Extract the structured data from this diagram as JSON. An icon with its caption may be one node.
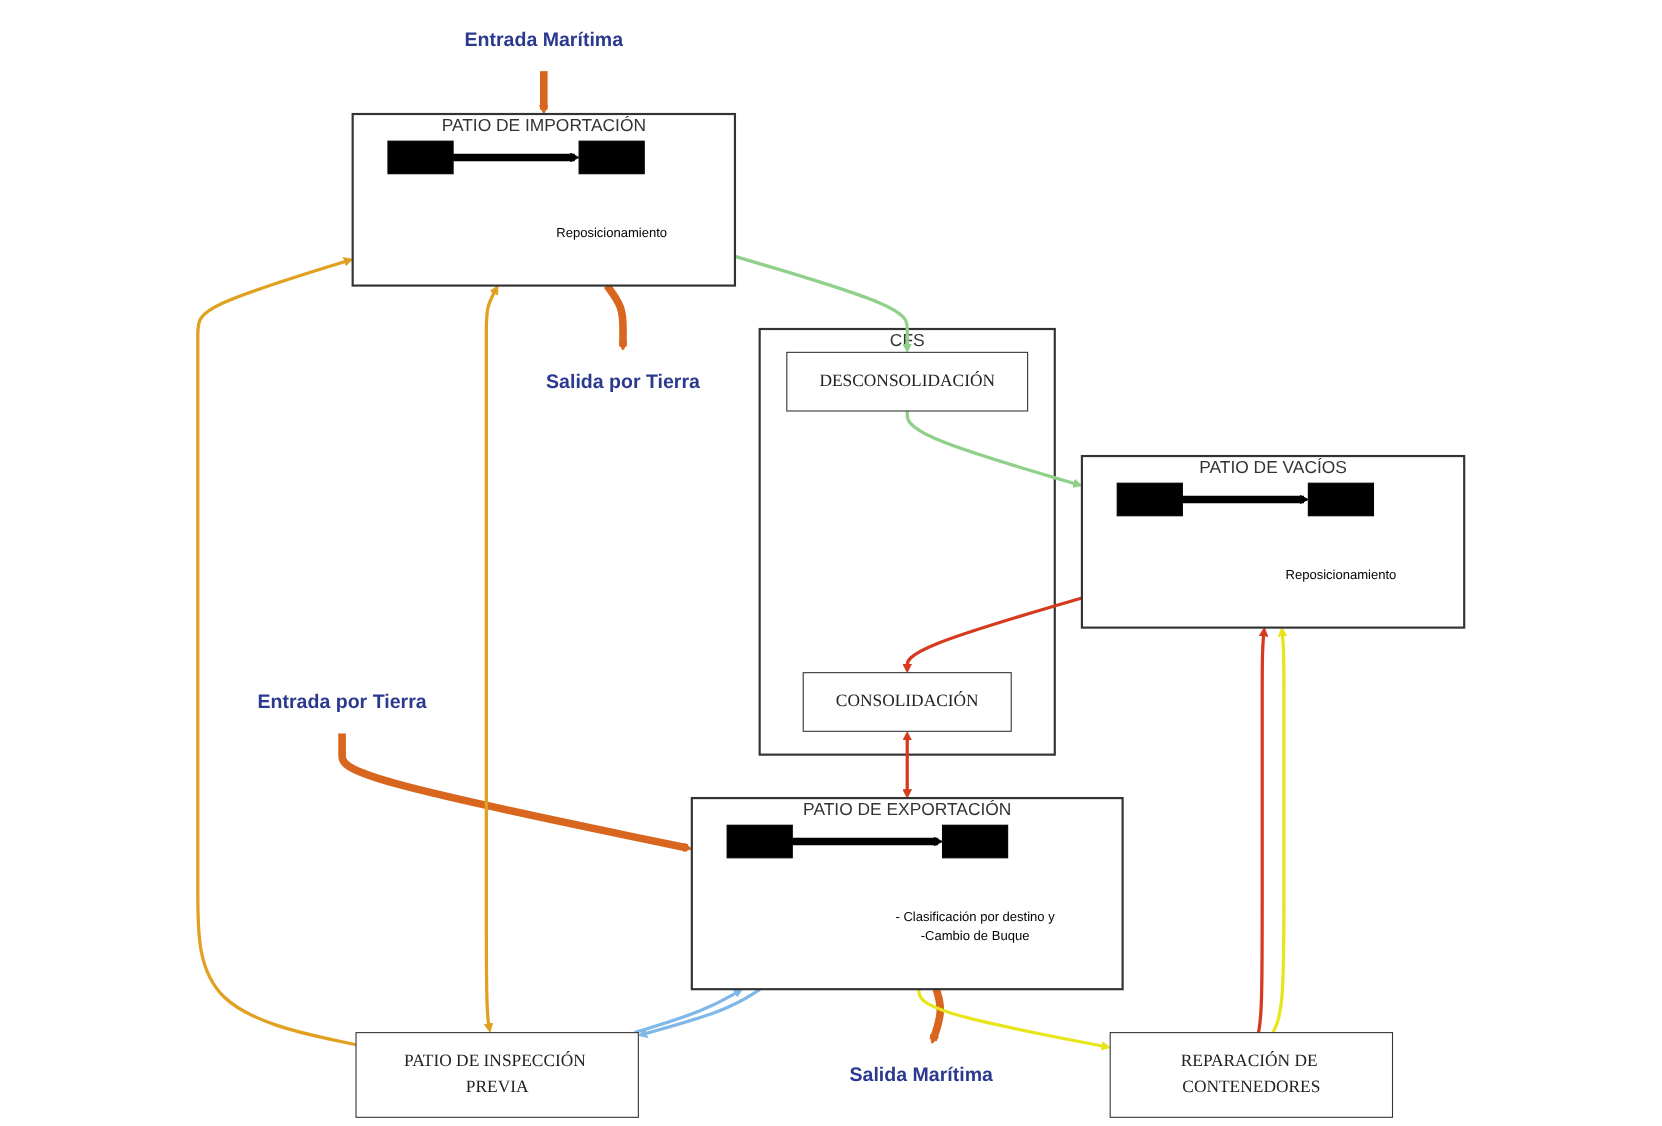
{
  "diagram": {
    "nodes": [
      {
        "text": [
          "Entrada por Tierra"
        ]
      },
      {
        "text": [
          "Salida Marítima"
        ]
      },
      {
        "text": [
          "PATIO DE EXPORTACIÓN"
        ]
      },
      {
        "text": [],
        "shape": "box",
        "in": 2
      },
      {
        "text": [
          "- Clasificación por destino y",
          "-Cambio de Buque"
        ],
        "in": 2
      },
      {
        "text": [],
        "shape": "box",
        "in": 2
      },
      {
        "text": [
          "REPARACIÓN DE CONTENEDORES"
        ]
      },
      {
        "text": [
          "PATIO DE VACÍOS"
        ]
      },
      {
        "text": [],
        "shape": "box",
        "in": 7
      },
      {
        "text": [
          "Reposicionamiento"
        ],
        "in": 7
      },
      {
        "text": [],
        "shape": "box",
        "in": 7
      },
      {
        "text": [
          "CFS"
        ]
      },
      {
        "text": [
          "CONSOLIDACIÓN"
        ],
        "in": 11
      },
      {
        "text": [
          "DESCONSOLIDACIÓN"
        ],
        "in": 11
      },
      {
        "text": [
          "PATIO DE INSPECCIÓN PREVIA"
        ]
      },
      {
        "text": [
          "Entrada Marítima"
        ]
      },
      {
        "text": [
          "PATIO DE IMPORTACIÓN"
        ]
      },
      {
        "text": [],
        "shape": "box",
        "in": 16
      },
      {
        "text": [
          "Reposicionamiento"
        ],
        "in": 16
      },
      {
        "text": [],
        "shape": "box",
        "in": 16
      },
      {
        "text": [
          "Salida por Tierra"
        ]
      }
    ],
    "edges": [
      {
        "from": 0,
        "to": 2,
        "arrow": "to",
        "style": "thick",
        "color": "#d9661f"
      },
      {
        "from": 2,
        "to": 1,
        "arrow": "to",
        "style": "thick",
        "color": "#d9661f"
      },
      {
        "from": 3,
        "to": 5,
        "arrow": "to",
        "style": "thick",
        "color": "#000000"
      },
      {
        "from": 12,
        "to": 2,
        "arrow": "both",
        "color": "#d63a1e"
      },
      {
        "from": 2,
        "to": 6,
        "arrow": "to",
        "color": "#e8e61a"
      },
      {
        "from": 6,
        "to": 7,
        "arrow": "to",
        "color": "#e8e61a"
      },
      {
        "from": 6,
        "to": 7,
        "arrow": "to",
        "color": "#d63a1e"
      },
      {
        "from": 7,
        "to": 12,
        "arrow": "to",
        "color": "#d63a1e"
      },
      {
        "from": 8,
        "to": 10,
        "arrow": "to",
        "style": "thick",
        "color": "#000000"
      },
      {
        "from": 13,
        "to": 7,
        "arrow": "to",
        "color": "#8fd08a"
      },
      {
        "from": 16,
        "to": 13,
        "arrow": "to",
        "color": "#8fd08a"
      },
      {
        "from": 2,
        "to": 14,
        "arrow": "to",
        "color": "#7fb8e8"
      },
      {
        "from": 14,
        "to": 2,
        "arrow": "to",
        "color": "#7fb8e8"
      },
      {
        "from": 14,
        "to": 16,
        "arrow": "both",
        "color": "#e0a020"
      },
      {
        "from": 14,
        "to": 16,
        "arrow": "to",
        "color": "#e0a020"
      },
      {
        "from": 15,
        "to": 16,
        "arrow": "to",
        "style": "thick",
        "color": "#d9661f"
      },
      {
        "from": 16,
        "to": 20,
        "arrow": "to",
        "style": "thick",
        "color": "#d9661f"
      },
      {
        "from": 17,
        "to": 19,
        "arrow": "to",
        "style": "thick",
        "color": "#000000"
      }
    ]
  }
}
